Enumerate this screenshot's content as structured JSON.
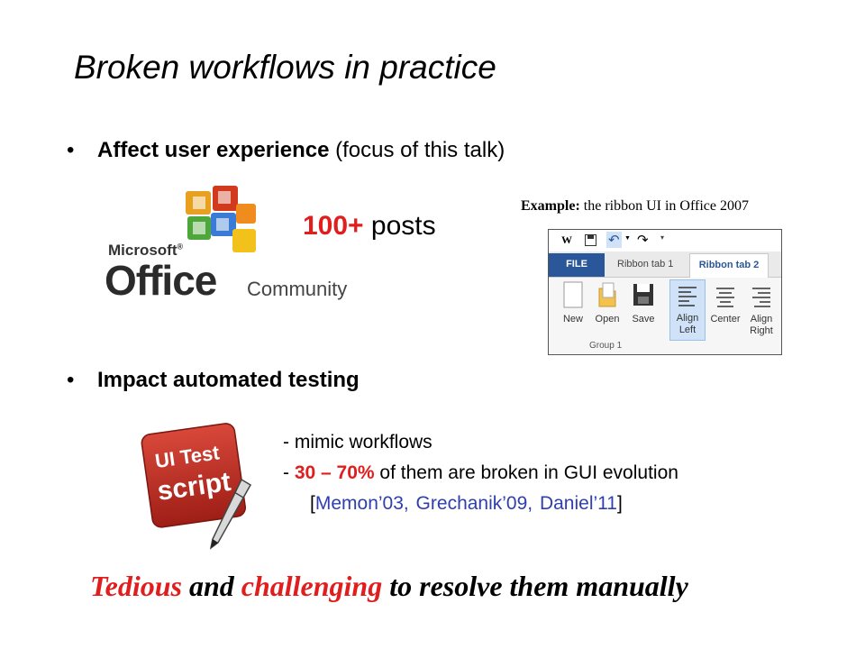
{
  "slide": {
    "title": "Broken workflows in practice",
    "bullet1": {
      "bold": "Affect user experience",
      "rest": " (focus of this talk)"
    },
    "posts": {
      "count": "100+",
      "label": " posts"
    },
    "example": {
      "bold": "Example:",
      "rest": " the ribbon UI in Office 2007"
    },
    "logo": {
      "line1": "Microsoft",
      "reg": "®",
      "line2": "Office",
      "line3": "Community"
    },
    "ribbon": {
      "qat": [
        "W",
        "↶",
        "↷"
      ],
      "tabs": {
        "file": "FILE",
        "tab1": "Ribbon tab 1",
        "tab2": "Ribbon tab 2"
      },
      "commands": [
        {
          "label": "New"
        },
        {
          "label": "Open"
        },
        {
          "label": "Save"
        },
        {
          "label": "Align Left"
        },
        {
          "label": "Center"
        },
        {
          "label": "Align Right"
        }
      ],
      "group_label": "Group 1"
    },
    "bullet2": {
      "bold": "Impact automated testing"
    },
    "script_icon": {
      "line1": "UI Test",
      "line2": "script"
    },
    "testing": {
      "line1": "- mimic workflows",
      "line2_prefix": "- ",
      "line2_highlight": "30 – 70%",
      "line2_rest": " of them are broken in GUI evolution",
      "line3_open": "[",
      "line3_refs": "Memon’03, Grechanik’09, Daniel’11",
      "line3_close": "]"
    },
    "conclusion": {
      "w1": "Tedious",
      "w2": " and ",
      "w3": "challenging",
      "w4": " to resolve them manually"
    },
    "colors": {
      "red": "#e01e1e",
      "blue": "#2e3fae",
      "ribbon_blue": "#2a579a"
    }
  }
}
